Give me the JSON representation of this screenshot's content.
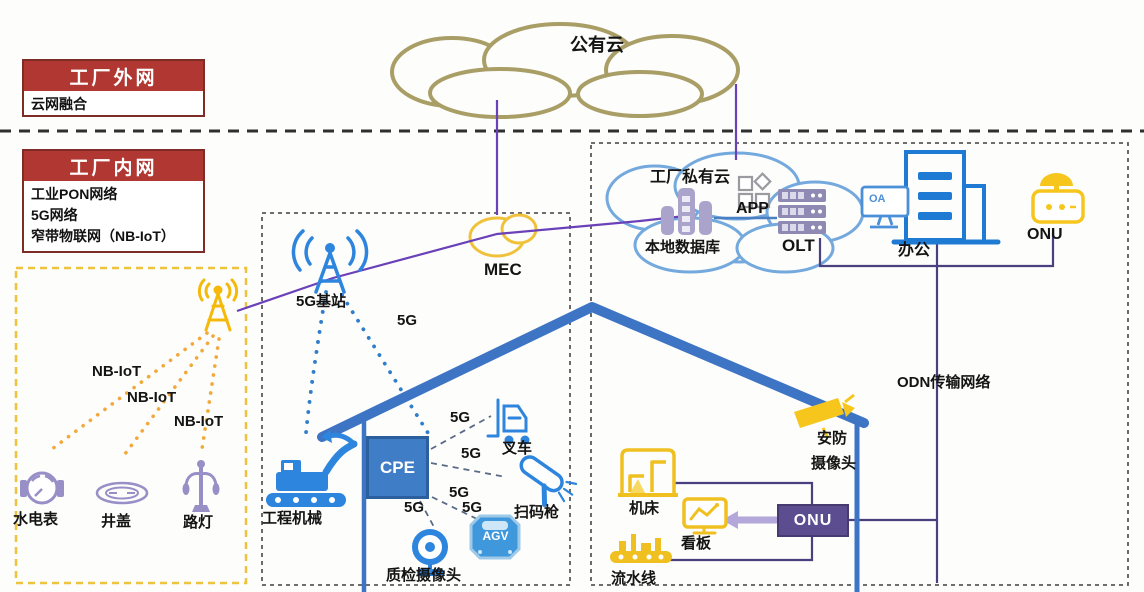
{
  "legend": {
    "outer_title": "工厂外网",
    "outer_item": "云网融合",
    "inner_title": "工厂内网",
    "inner_items": [
      "工业PON网络",
      "5G网络",
      "窄带物联网（NB-IoT）"
    ]
  },
  "clouds": {
    "public": "公有云",
    "private": "工厂私有云",
    "mec": "MEC"
  },
  "nodes": {
    "local_db": "本地数据库",
    "app": "APP",
    "olt": "OLT",
    "office": "办公",
    "office_monitor": "OA",
    "onu_top": "ONU",
    "base_station": "5G基站",
    "cpe": "CPE",
    "forklift": "叉车",
    "scanner": "扫码枪",
    "agv": "AGV",
    "qc_camera": "质检摄像头",
    "machinery": "工程机械",
    "water_meter": "水电表",
    "manhole": "井盖",
    "street_lamp": "路灯",
    "machine_tool": "机床",
    "kanban": "看板",
    "onu_bottom": "ONU",
    "security_camera_line1": "安防",
    "security_camera_line2": "摄像头",
    "assembly_line": "流水线"
  },
  "links": {
    "nb_iot": "NB-IoT",
    "fiveg": "5G",
    "odn": "ODN传输网络"
  },
  "colors": {
    "brand_red": "#b13832",
    "violet_line": "#6a41b8",
    "pon_purple": "#4a4080",
    "device_blue": "#2d85dd",
    "device_gold": "#f5c11d",
    "iot_purple": "#998fc7",
    "public_cloud_olive": "#a89e66",
    "private_cloud_blue": "#74a9dd"
  }
}
